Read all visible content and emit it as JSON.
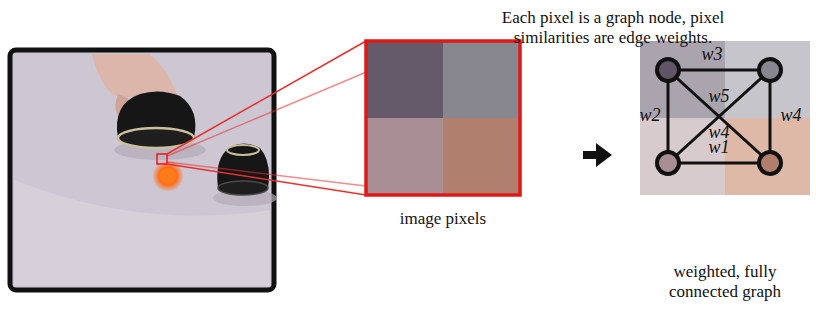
{
  "diagram": {
    "title": "Each pixel is a graph node, pixel similarities are edge weights.",
    "labels": [
      "image pixels",
      "weighted, fully connected graph",
      "w3",
      "w2",
      "w5",
      "w4",
      "w4",
      "w1"
    ]
  }
}
